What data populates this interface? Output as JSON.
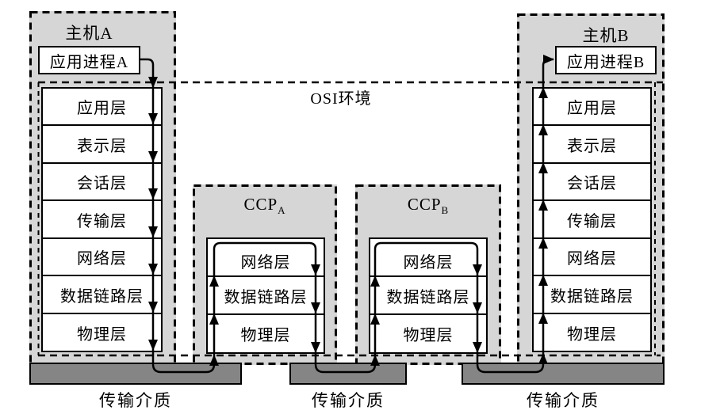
{
  "host_a": {
    "title": "主机A",
    "process_label": "应用进程A"
  },
  "host_b": {
    "title": "主机B",
    "process_label": "应用进程B"
  },
  "ccp_a": {
    "name": "CCP",
    "subscript": "A"
  },
  "ccp_b": {
    "name": "CCP",
    "subscript": "B"
  },
  "osi_environment_label": "OSI环境",
  "layers": {
    "host": [
      "应用层",
      "表示层",
      "会话层",
      "传输层",
      "网络层",
      "数据链路层",
      "物理层"
    ],
    "ccp": [
      "网络层",
      "数据链路层",
      "物理层"
    ]
  },
  "media": {
    "left": "传输介质",
    "middle": "传输介质",
    "right": "传输介质"
  },
  "colors": {
    "panel_fill": "#d6d6d6",
    "bar_fill": "#858585",
    "line": "#000000",
    "box_fill": "#ffffff"
  }
}
